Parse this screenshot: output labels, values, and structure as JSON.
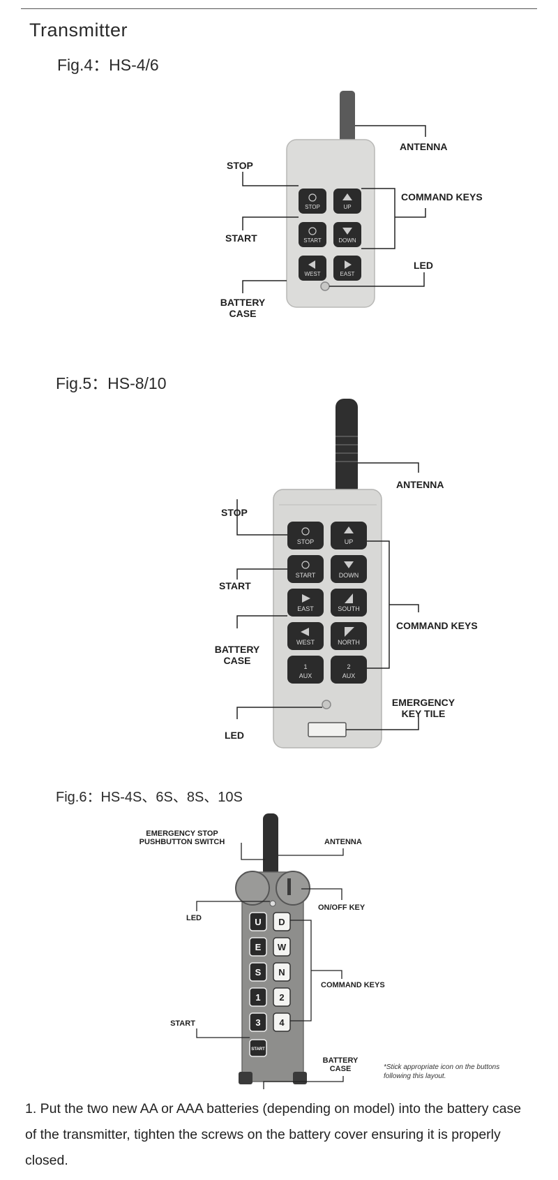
{
  "page": {
    "title": "Transmitter"
  },
  "fig4": {
    "caption": "Fig.4：HS-4/6",
    "labels": {
      "antenna": "ANTENNA",
      "stop": "STOP",
      "command_keys": "COMMAND KEYS",
      "start": "START",
      "led": "LED",
      "battery_line1": "BATTERY",
      "battery_line2": "CASE"
    },
    "keys": [
      "STOP",
      "UP",
      "START",
      "DOWN",
      "WEST",
      "EAST"
    ]
  },
  "fig5": {
    "caption": "Fig.5：HS-8/10",
    "labels": {
      "antenna": "ANTENNA",
      "stop": "STOP",
      "start": "START",
      "command_keys": "COMMAND KEYS",
      "battery_line1": "BATTERY",
      "battery_line2": "CASE",
      "emergency_line1": "EMERGENCY",
      "emergency_line2": "KEY TILE",
      "led": "LED"
    },
    "keys": [
      "STOP",
      "UP",
      "START",
      "DOWN",
      "EAST",
      "SOUTH",
      "WEST",
      "NORTH",
      "AUX",
      "AUX"
    ],
    "aux_numbers": [
      "1",
      "2"
    ]
  },
  "fig6": {
    "caption": "Fig.6：HS-4S、6S、8S、10S",
    "labels": {
      "antenna": "ANTENNA",
      "estop_line1": "EMERGENCY STOP",
      "estop_line2": "PUSHBUTTON SWITCH",
      "onoff": "ON/OFF KEY",
      "led": "LED",
      "command_keys": "COMMAND KEYS",
      "start": "START",
      "battery_line1": "BATTERY",
      "battery_line2": "CASE"
    },
    "keys": [
      "U",
      "D",
      "E",
      "W",
      "S",
      "N",
      "1",
      "2",
      "3",
      "4"
    ],
    "start_key": "START",
    "note_line1": "*Stick appropriate icon on the buttons",
    "note_line2": "following this layout."
  },
  "instructions": {
    "step1": "1. Put the two new AA or AAA batteries (depending on model) into the battery case of the transmitter, tighten the screws on the battery cover ensuring it is properly closed."
  },
  "colors": {
    "body": "#d6d6d4",
    "key": "#2b2b2b",
    "antenna": "#3a3a3a"
  }
}
